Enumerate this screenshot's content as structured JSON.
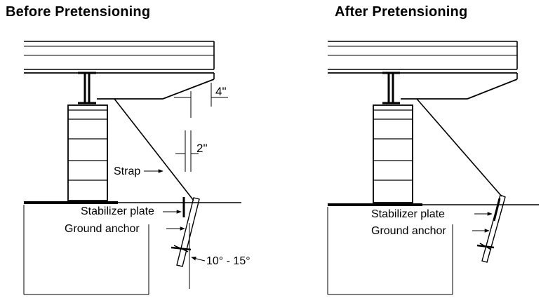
{
  "panels": [
    {
      "title": "Before Pretensioning",
      "labels": {
        "dim_top": "4\"",
        "dim_mid": "2\"",
        "strap": "Strap",
        "stabilizer": "Stabilizer plate",
        "anchor": "Ground anchor",
        "angle": "10° - 15°"
      }
    },
    {
      "title": "After Pretensioning",
      "labels": {
        "stabilizer": "Stabilizer plate",
        "anchor": "Ground anchor"
      }
    }
  ]
}
